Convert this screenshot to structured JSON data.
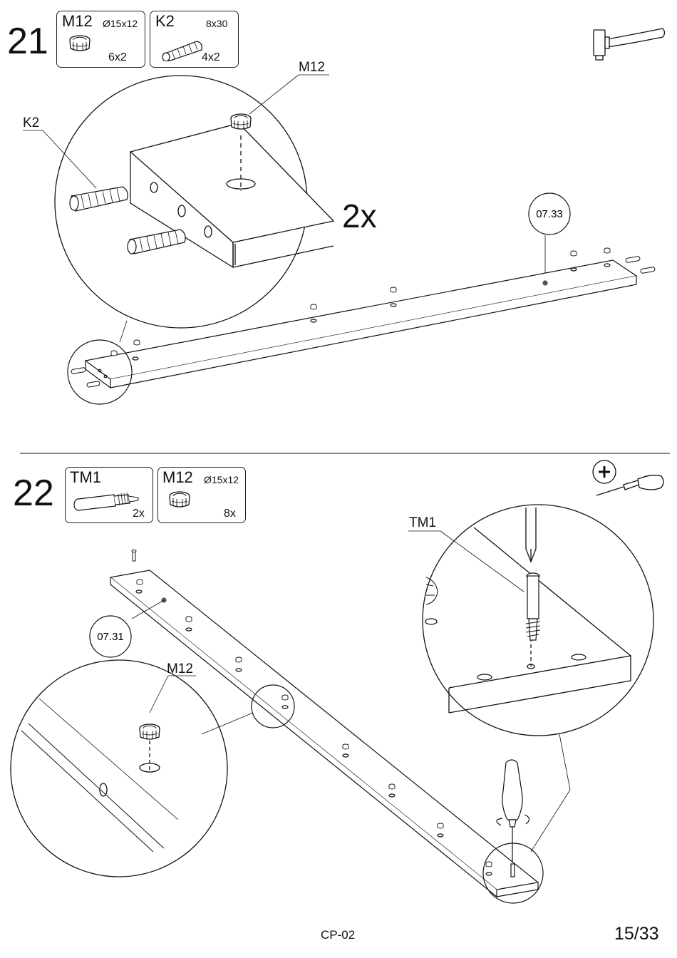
{
  "steps": [
    {
      "number": "21",
      "parts": [
        {
          "code": "M12",
          "spec": "Ø15x12",
          "qty": "6x2"
        },
        {
          "code": "K2",
          "spec": "8x30",
          "qty": "4x2"
        }
      ],
      "callouts": {
        "fastener": "M12",
        "dowel": "K2"
      },
      "multiplier": "2x",
      "panel_ref": "07.33",
      "tool_icon": "hammer-icon"
    },
    {
      "number": "22",
      "parts": [
        {
          "code": "TM1",
          "spec": "",
          "qty": "2x"
        },
        {
          "code": "M12",
          "spec": "Ø15x12",
          "qty": "8x"
        }
      ],
      "callouts": {
        "bolt": "TM1",
        "fastener": "M12"
      },
      "panel_ref": "07.31",
      "tool_icon": "phillips-screwdriver-icon"
    }
  ],
  "footer": {
    "model_code": "CP-02",
    "page": "15/33"
  }
}
